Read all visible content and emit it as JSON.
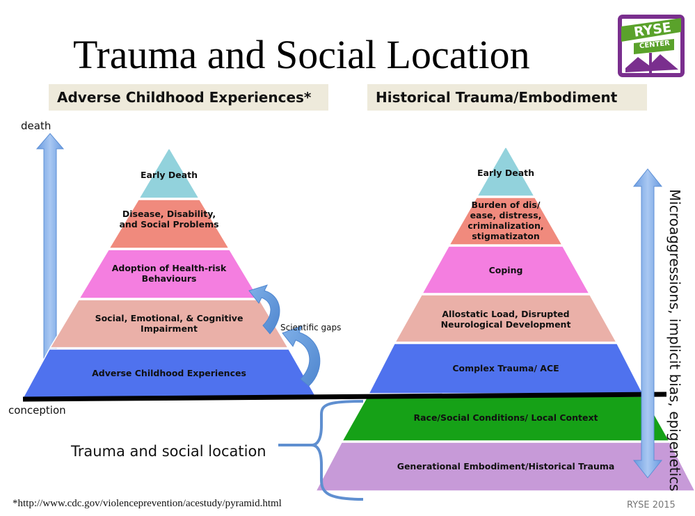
{
  "slide": {
    "title": "Trauma and Social Location",
    "left_header": "Adverse Childhood Experiences*",
    "right_header": "Historical Trauma/Embodiment",
    "axis_top": "death",
    "axis_bottom": "conception",
    "scientific_gaps": "Scientific gaps",
    "bracket_label": "Trauma and social location",
    "vertical_label": "Microaggressions, implicit bias, epigenetics",
    "footnote": "*http://www.cdc.gov/violenceprevention/acestudy/pyramid.html",
    "credit": "RYSE 2015",
    "logo": {
      "line1": "RYSE",
      "line2": "CENTER",
      "border_color": "#7a2f8e",
      "accent_color": "#5aa22b"
    }
  },
  "left_pyramid": [
    {
      "label": "Early Death",
      "color": "#92d2dc"
    },
    {
      "label": "Disease, Disability, and Social Problems",
      "color": "#f08a7d"
    },
    {
      "label": "Adoption of Health-risk Behaviours",
      "color": "#f47ee0"
    },
    {
      "label": "Social, Emotional, & Cognitive Impairment",
      "color": "#eab0a8"
    },
    {
      "label": "Adverse Childhood Experiences",
      "color": "#4f72ee"
    }
  ],
  "right_pyramid": [
    {
      "label": "Early Death",
      "color": "#92d2dc"
    },
    {
      "label": "Burden of dis/ ease, distress, criminalization, stigmatizaton",
      "color": "#f08a7d"
    },
    {
      "label": "Coping",
      "color": "#f47ee0"
    },
    {
      "label": "Allostatic Load, Disrupted Neurological Development",
      "color": "#eab0a8"
    },
    {
      "label": "Complex Trauma/ ACE",
      "color": "#4f72ee"
    },
    {
      "label": "Race/Social Conditions/ Local Context",
      "color": "#16a117"
    },
    {
      "label": "Generational Embodiment/Historical Trauma",
      "color": "#c79ad8"
    }
  ]
}
